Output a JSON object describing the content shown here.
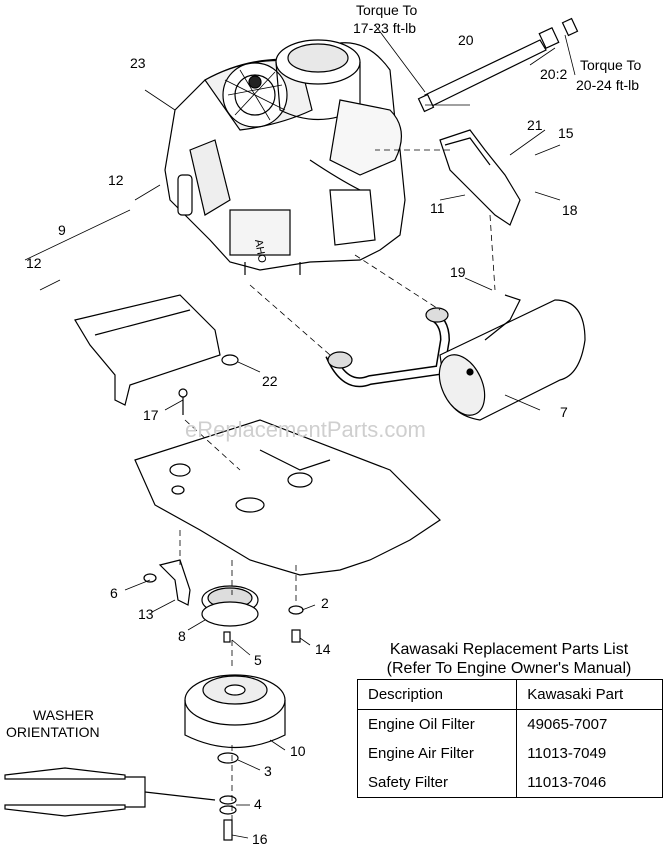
{
  "watermark": "eReplacementParts.com",
  "torque_notes": {
    "left": [
      "Torque To",
      "17-23 ft-lb"
    ],
    "right": [
      "Torque To",
      "20-24 ft-lb"
    ]
  },
  "washer_orientation": [
    "WASHER",
    "ORIENTATION"
  ],
  "callouts": {
    "c23": "23",
    "c20": "20",
    "c20_2": "20:2",
    "c21": "21",
    "c15": "15",
    "c12a": "12",
    "c9": "9",
    "c12b": "12",
    "c11": "11",
    "c18": "18",
    "c19": "19",
    "c22": "22",
    "c17": "17",
    "c7": "7",
    "c6": "6",
    "c13": "13",
    "c2": "2",
    "c8": "8",
    "c14": "14",
    "c5": "5",
    "c10": "10",
    "c3": "3",
    "c4": "4",
    "c16": "16"
  },
  "parts_list": {
    "title": "Kawasaki Replacement Parts List",
    "subtitle": "(Refer To Engine Owner's Manual)",
    "headers": [
      "Description",
      "Kawasaki Part"
    ],
    "rows": [
      {
        "description": "Engine Oil Filter",
        "part": "49065-7007"
      },
      {
        "description": "Engine Air Filter",
        "part": "11013-7049"
      },
      {
        "description": "Safety Filter",
        "part": "11013-7046"
      }
    ]
  }
}
